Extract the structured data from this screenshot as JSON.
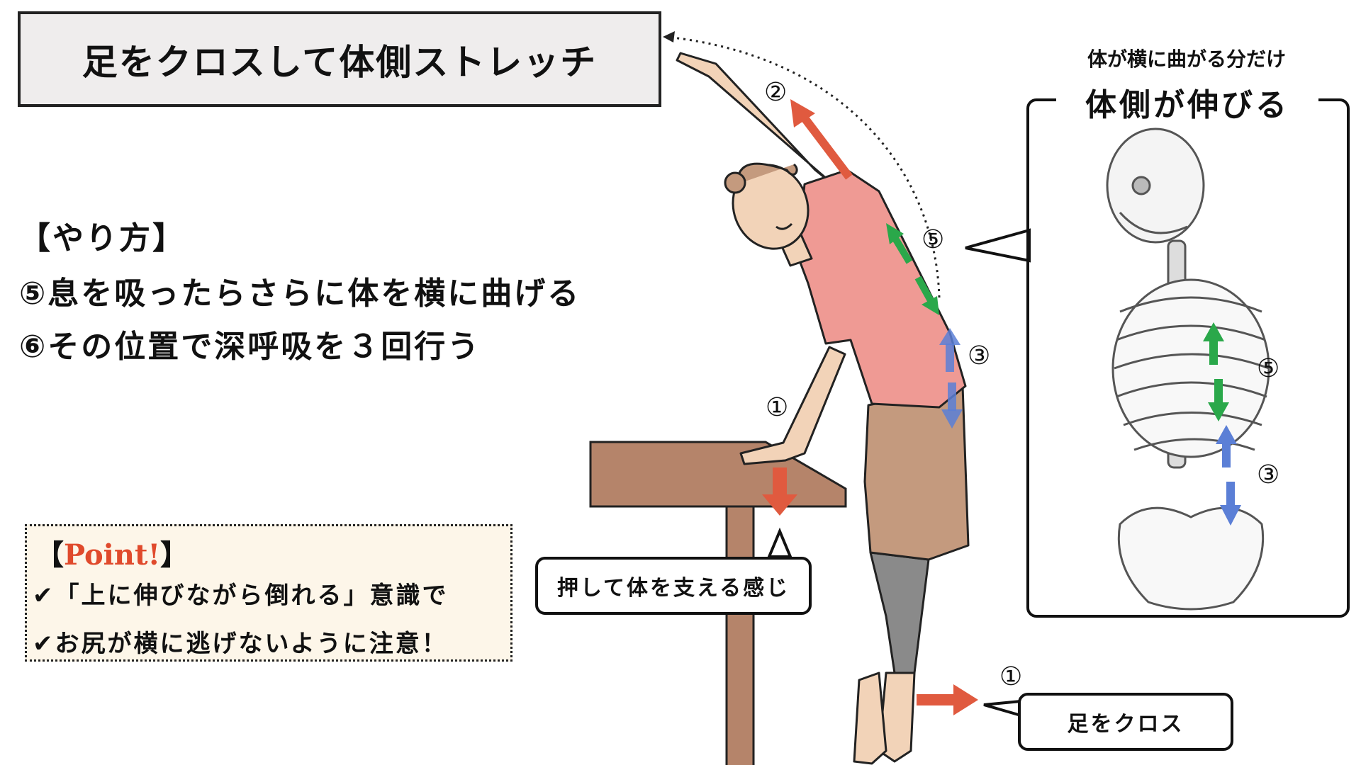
{
  "title": "足をクロスして体側ストレッチ",
  "method": {
    "heading": "【やり方】",
    "steps": [
      "⑤息を吸ったらさらに体を横に曲げる",
      "⑥その位置で深呼吸を３回行う"
    ]
  },
  "point": {
    "bracket_open": "【",
    "label": "Point!",
    "bracket_close": "】",
    "items": [
      "✔「上に伸びながら倒れる」意識で",
      "✔お尻が横に逃げないように注意！"
    ]
  },
  "callouts": {
    "push": "押して体を支える感じ",
    "cross": "足をクロス"
  },
  "right_panel": {
    "subtitle": "体が横に曲がる分だけ",
    "heading": "体側が伸びる"
  },
  "markers": {
    "one": "①",
    "two": "②",
    "three": "③",
    "five": "⑤"
  },
  "colors": {
    "red_arrow": "#e05a3f",
    "green_arrow": "#2aa84a",
    "blue_arrow": "#5b7fd6",
    "shirt": "#ef9a94",
    "shorts": "#c49a7e",
    "table": "#b5846a",
    "point_bg": "#fdf6e9"
  }
}
